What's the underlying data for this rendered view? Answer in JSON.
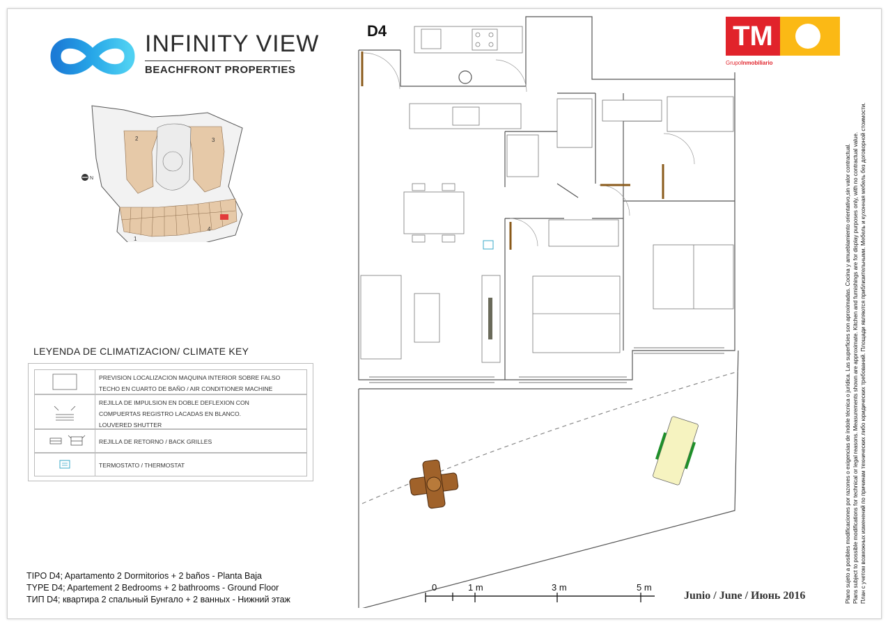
{
  "brand": {
    "name": "INFINITY VIEW",
    "tagline": "BEACHFRONT PROPERTIES"
  },
  "agency": {
    "logo_text": "TM",
    "sub_prefix": "Grupo",
    "sub_bold": "Inmobiliario",
    "colors": {
      "red": "#e1232b",
      "yellow": "#fbb915"
    }
  },
  "site_plan": {
    "labels": [
      "1",
      "2",
      "3",
      "4"
    ],
    "north_label": "N"
  },
  "unit": {
    "code": "D4"
  },
  "legend": {
    "title": "LEYENDA DE CLIMATIZACION/ CLIMATE  KEY",
    "items": [
      {
        "icon": "ac-machine-icon",
        "text": [
          "PREVISION LOCALIZACION MAQUINA INTERIOR SOBRE FALSO",
          "TECHO EN CUARTO DE BAÑO / AIR  CONDITIONER MACHINE"
        ]
      },
      {
        "icon": "louvered-shutter-icon",
        "text": [
          "REJILLA DE IMPULSION EN DOBLE DEFLEXION CON",
          "COMPUERTAS REGISTRO LACADAS EN BLANCO.",
          "LOUVERED SHUTTER"
        ]
      },
      {
        "icon": "back-grille-icon",
        "text": [
          "REJILLA DE RETORNO / BACK GRILLES"
        ]
      },
      {
        "icon": "thermostat-icon",
        "text": [
          "TERMOSTATO / THERMOSTAT"
        ]
      }
    ]
  },
  "description": {
    "es": "TIPO D4; Apartamento 2 Dormitorios + 2 baños - Planta Baja",
    "en": "TYPE D4; Apartement 2 Bedrooms + 2 bathrooms - Ground Floor",
    "ru": "ТИП D4; квартира 2 спальный Бунгало + 2 ванных - Нижний этаж"
  },
  "scale": {
    "labels": [
      "0",
      "1 m",
      "3 m",
      "5 m"
    ]
  },
  "date": "Junio / June / Июнь 2016",
  "disclaimer": [
    "Plano sujeto a posibles modificaciones por razones o exigencias de índole técnica o jurídica. Las superficies son aproximadas. Cocina y amueblamiento orientativo,sin valor contractual.",
    "Plans subject to possible modifications for technical or legal reasons. Measurements shown are approximate. Kitchen and furnishings are for display purposes only, with no contractual value.",
    "План с учетом возможных изменений по причинам технических либо юридических требований. Площади являются приблизительными. Мебель и кухонная мебель без договорной стоимости."
  ]
}
